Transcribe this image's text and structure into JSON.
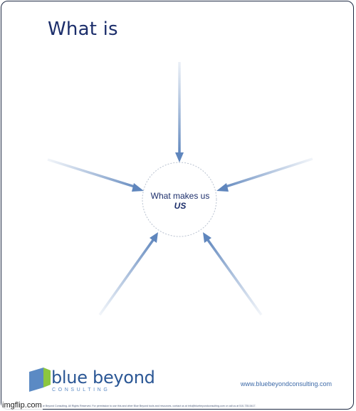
{
  "title": "What is",
  "center": {
    "line1": "What makes us",
    "line2": "US"
  },
  "brand": {
    "name": "blue beyond",
    "tagline": "CONSULTING",
    "website": "www.bluebeyondconsulting.com"
  },
  "footer": "© Blue Beyond Consulting. All Rights Reserved. For permission to use this and other Blue Beyond tools and resources, contact us at info@bluebeyondconsulting.com or call us at 510-735-5417.",
  "watermark": "imgflip.com",
  "colors": {
    "title": "#1c2e6b",
    "arrow": "#7a9bc8",
    "brand": "#2b5795",
    "logo_green": "#8cc63f"
  }
}
